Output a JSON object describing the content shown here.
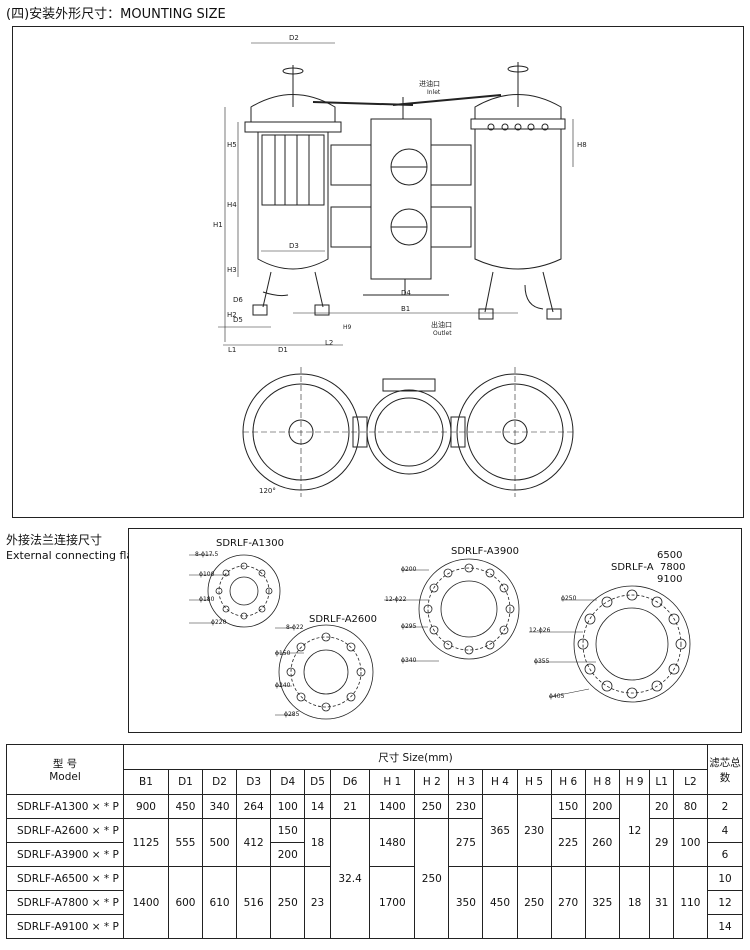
{
  "section_title": "(四)安装外形尺寸：MOUNTING SIZE",
  "drawing": {
    "labels": {
      "d2": "D2",
      "d3": "D3",
      "d4": "D4",
      "d5": "D5",
      "d6": "D6",
      "d1": "D1",
      "h1": "H1",
      "h2": "H2",
      "h3": "H3",
      "h4": "H4",
      "h5": "H5",
      "h8": "H8",
      "h9": "H9",
      "b1": "B1",
      "l1": "L1",
      "l2": "L2",
      "inlet_cn": "进油口",
      "inlet_en": "Inlet",
      "outlet_cn": "出油口",
      "outlet_en": "Outlet",
      "angle": "120°"
    }
  },
  "flange": {
    "title_cn": "外接法兰连接尺寸",
    "title_en": "External connecting flange",
    "a1300": {
      "name": "SDRLF-A1300",
      "holes": "8-ϕ17.5",
      "d1": "ϕ100",
      "d2": "ϕ180",
      "d3": "ϕ220"
    },
    "a2600": {
      "name": "SDRLF-A2600",
      "holes": "8-ϕ22",
      "d1": "ϕ150",
      "d2": "ϕ240",
      "d3": "ϕ285"
    },
    "a3900": {
      "name": "SDRLF-A3900",
      "holes": "12-ϕ22",
      "d1": "ϕ200",
      "d2": "ϕ295",
      "d3": "ϕ340"
    },
    "a6500": {
      "name_prefix": "SDRLF-A",
      "sizes": [
        "6500",
        "7800",
        "9100"
      ],
      "holes": "12-ϕ26",
      "d1": "ϕ250",
      "d2": "ϕ355",
      "d3": "ϕ405"
    }
  },
  "table": {
    "model_cn": "型 号",
    "model_en": "Model",
    "size_header": "尺寸 Size(mm)",
    "elements_header": "滤芯总数",
    "columns": [
      "B1",
      "D1",
      "D2",
      "D3",
      "D4",
      "D5",
      "D6",
      "H 1",
      "H 2",
      "H 3",
      "H 4",
      "H 5",
      "H 6",
      "H 8",
      "H 9",
      "L1",
      "L2"
    ],
    "models": [
      "SDRLF-A1300 × * P",
      "SDRLF-A2600 × * P",
      "SDRLF-A3900 × * P",
      "SDRLF-A6500 × * P",
      "SDRLF-A7800 × * P",
      "SDRLF-A9100 × * P"
    ],
    "elements": [
      "2",
      "4",
      "6",
      "10",
      "12",
      "14"
    ],
    "v": {
      "b1": [
        "900",
        "1125",
        "1400"
      ],
      "d1": [
        "450",
        "555",
        "600"
      ],
      "d2": [
        "340",
        "500",
        "610"
      ],
      "d3": [
        "264",
        "412",
        "516"
      ],
      "d4": [
        "100",
        "150",
        "200",
        "250"
      ],
      "d5": [
        "14",
        "18",
        "23"
      ],
      "d6": [
        "21",
        "32.4"
      ],
      "h1": [
        "1400",
        "1480",
        "1700"
      ],
      "h2": [
        "250",
        "250"
      ],
      "h3": [
        "230",
        "275",
        "350"
      ],
      "h4": [
        "365",
        "450"
      ],
      "h5": [
        "230",
        "250"
      ],
      "h6": [
        "150",
        "225",
        "270"
      ],
      "h8": [
        "200",
        "260",
        "325"
      ],
      "h9": [
        "12",
        "18"
      ],
      "l1": [
        "20",
        "29",
        "31"
      ],
      "l2": [
        "80",
        "100",
        "110"
      ]
    }
  }
}
